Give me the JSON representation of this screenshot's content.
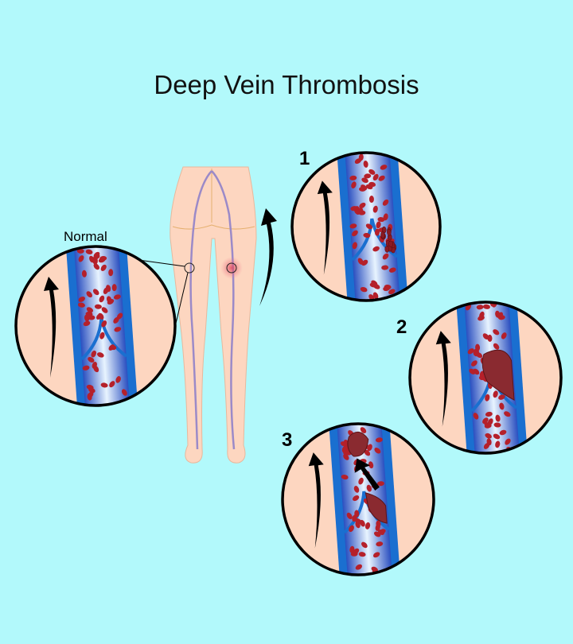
{
  "title": "Deep Vein Thrombosis",
  "labels": {
    "normal": "Normal",
    "stage1": "1",
    "stage2": "2",
    "stage3": "3"
  },
  "colors": {
    "background": "#b2f9fb",
    "skin": "#fdd6c0",
    "vein": "#1a6fd0",
    "blood_cell": "#b5202a",
    "clot": "#8a2a30"
  }
}
